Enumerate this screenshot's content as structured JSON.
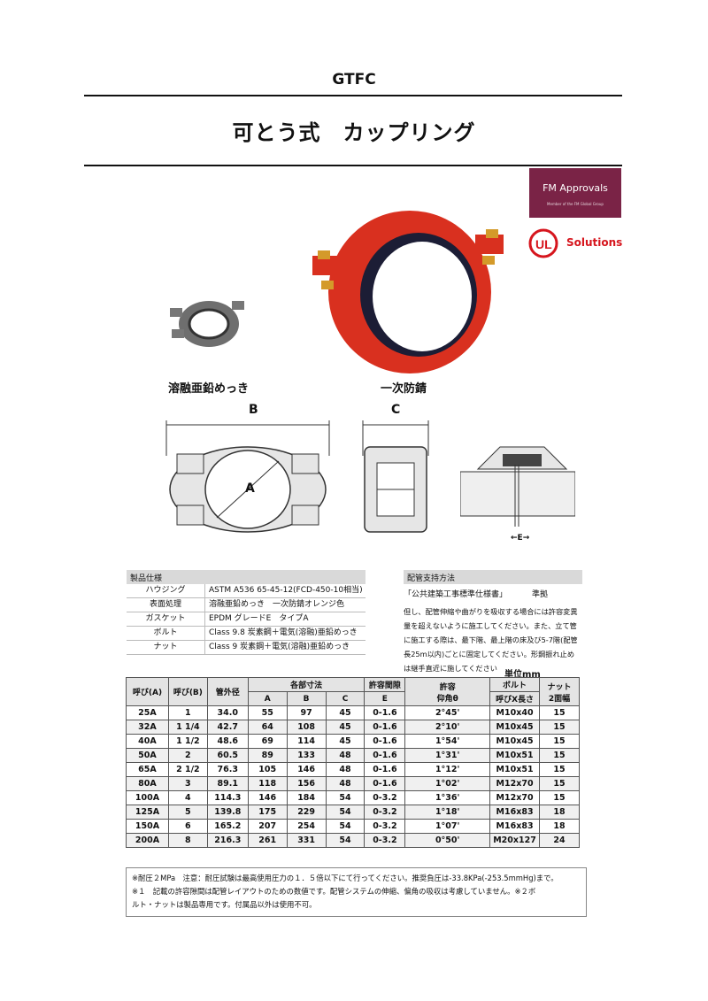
{
  "header": {
    "model": "GTFC",
    "title": "可とう式　カップリング"
  },
  "logos": {
    "fm": "FM Approvals",
    "fm_sub": "Member of the FM Global Group",
    "ul": "Solutions"
  },
  "colors": {
    "coupling_red": "#d9301f",
    "fm_purple": "#7a2346",
    "ul_red": "#d6151d"
  },
  "captions": {
    "galvanized": "溶融亜鉛めっき",
    "primer": "一次防錆"
  },
  "dimension_labels": {
    "a": "A",
    "b": "B",
    "c": "C",
    "e": "←E→"
  },
  "spec": {
    "heading": "製品仕様",
    "rows": [
      {
        "k": "ハウジング",
        "v": "ASTM A536 65-45-12(FCD-450-10相当)"
      },
      {
        "k": "表面処理",
        "v": "溶融亜鉛めっき　一次防錆オレンジ色"
      },
      {
        "k": "ガスケット",
        "v": "EPDM グレードE　タイプA"
      },
      {
        "k": "ボルト",
        "v": "Class 9.8 炭素鋼＋電気(溶融)亜鉛めっき"
      },
      {
        "k": "ナット",
        "v": "Class 9 炭素鋼＋電気(溶融)亜鉛めっき"
      }
    ]
  },
  "support": {
    "heading": "配管支持方法",
    "standard": "「公共建築工事標準仕様書」",
    "basis": "準拠",
    "lines": [
      "但し、配管伸縮や曲がりを吸収する場合には許容変異",
      "量を超えないように施工してください。また、立て管",
      "に施工する際は、最下階、最上階の床及び5-7階(配管",
      "長25m以内)ごとに固定してください。形鋼振れ止め",
      "は継手直近に施してください"
    ]
  },
  "table": {
    "unit": "単位mm",
    "headers": {
      "yobi_a": "呼び(A)",
      "yobi_b": "呼び(B)",
      "od": "管外径",
      "dims": "各部寸法",
      "a": "A",
      "b": "B",
      "c": "C",
      "gap": "許容間隙",
      "e": "E",
      "angle": "許容",
      "angle2": "仰角θ",
      "bolt": "ボルト",
      "bolt2": "呼びX長さ",
      "nut": "ナット",
      "nut2": "2面幅"
    },
    "rows": [
      [
        "25A",
        "1",
        "34.0",
        "55",
        "97",
        "45",
        "0-1.6",
        "2°45'",
        "M10x40",
        "15"
      ],
      [
        "32A",
        "1 1/4",
        "42.7",
        "64",
        "108",
        "45",
        "0-1.6",
        "2°10'",
        "M10x45",
        "15"
      ],
      [
        "40A",
        "1 1/2",
        "48.6",
        "69",
        "114",
        "45",
        "0-1.6",
        "1°54'",
        "M10x45",
        "15"
      ],
      [
        "50A",
        "2",
        "60.5",
        "89",
        "133",
        "48",
        "0-1.6",
        "1°31'",
        "M10x51",
        "15"
      ],
      [
        "65A",
        "2 1/2",
        "76.3",
        "105",
        "146",
        "48",
        "0-1.6",
        "1°12'",
        "M10x51",
        "15"
      ],
      [
        "80A",
        "3",
        "89.1",
        "118",
        "156",
        "48",
        "0-1.6",
        "1°02'",
        "M12x70",
        "15"
      ],
      [
        "100A",
        "4",
        "114.3",
        "146",
        "184",
        "54",
        "0-3.2",
        "1°36'",
        "M12x70",
        "15"
      ],
      [
        "125A",
        "5",
        "139.8",
        "175",
        "229",
        "54",
        "0-3.2",
        "1°18'",
        "M16x83",
        "18"
      ],
      [
        "150A",
        "6",
        "165.2",
        "207",
        "254",
        "54",
        "0-3.2",
        "1°07'",
        "M16x83",
        "18"
      ],
      [
        "200A",
        "8",
        "216.3",
        "261",
        "331",
        "54",
        "0-3.2",
        "0°50'",
        "M20x127",
        "24"
      ]
    ]
  },
  "footnotes": [
    "※耐圧２MPa　注意：耐圧試験は最高使用圧力の１．５倍以下にて行ってください。推奨負圧は-33.8KPa(-253.5mmHg)まで。",
    "※１　記載の許容隙間は配管レイアウトのための数値です。配管システムの伸縮、偏角の吸収は考慮していません。※２ボ",
    "ルト・ナットは製品専用です。付属品以外は使用不可。"
  ]
}
